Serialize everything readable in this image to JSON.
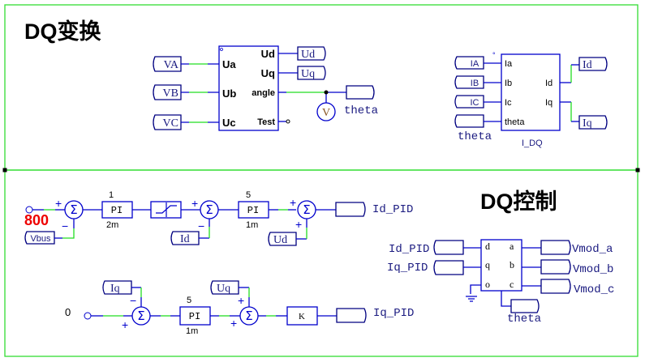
{
  "sections": {
    "dq_transform": {
      "title": "DQ变换"
    },
    "dq_control": {
      "title": "DQ控制"
    }
  },
  "dq_transform_block": {
    "inputs": [
      "Ua",
      "Ub",
      "Uc"
    ],
    "outputs": [
      "Ud",
      "Uq",
      "angle",
      "Test"
    ],
    "input_labels": [
      "VA",
      "VB",
      "VC"
    ],
    "output_labels": [
      "Ud",
      "Uq",
      ""
    ],
    "theta_label": "theta",
    "voltmeter": "V"
  },
  "i_dq_block": {
    "name": "I_DQ",
    "inputs": [
      "Ia",
      "Ib",
      "Ic",
      "theta"
    ],
    "outputs": [
      "Id",
      "Iq"
    ],
    "input_labels": [
      "IA",
      "IB",
      "IC",
      ""
    ],
    "output_labels": [
      "Id",
      "Iq"
    ],
    "theta_text": "theta"
  },
  "d_loop": {
    "reference": "800",
    "feedback_label": "Vbus",
    "pi1": {
      "label": "PI",
      "gain": "1",
      "time": "2m"
    },
    "inner_feedback": "Id",
    "pi2": {
      "label": "PI",
      "gain": "5",
      "time": "1m"
    },
    "feedforward": "Ud",
    "output": "Id_PID",
    "signs": {
      "s1_plus": "+",
      "s1_minus": "−",
      "s2_plus": "+",
      "s2_minus": "−",
      "s3_plus": "+",
      "s3_plus2": "+"
    }
  },
  "q_loop": {
    "reference": "0",
    "feedback_label": "Iq",
    "pi": {
      "label": "PI",
      "gain": "5",
      "time": "1m"
    },
    "feedforward": "Uq",
    "gain_block": "K",
    "output": "Iq_PID",
    "signs": {
      "s1_minus": "−",
      "s1_plus": "+",
      "s2_plus": "+",
      "s2_plus2": "+"
    }
  },
  "dq_inverse_block": {
    "inputs": [
      "d",
      "q",
      "o"
    ],
    "outputs": [
      "a",
      "b",
      "c"
    ],
    "input_names": [
      "Id_PID",
      "Iq_PID"
    ],
    "output_names": [
      "Vmod_a",
      "Vmod_b",
      "Vmod_c"
    ],
    "theta_text": "theta"
  }
}
